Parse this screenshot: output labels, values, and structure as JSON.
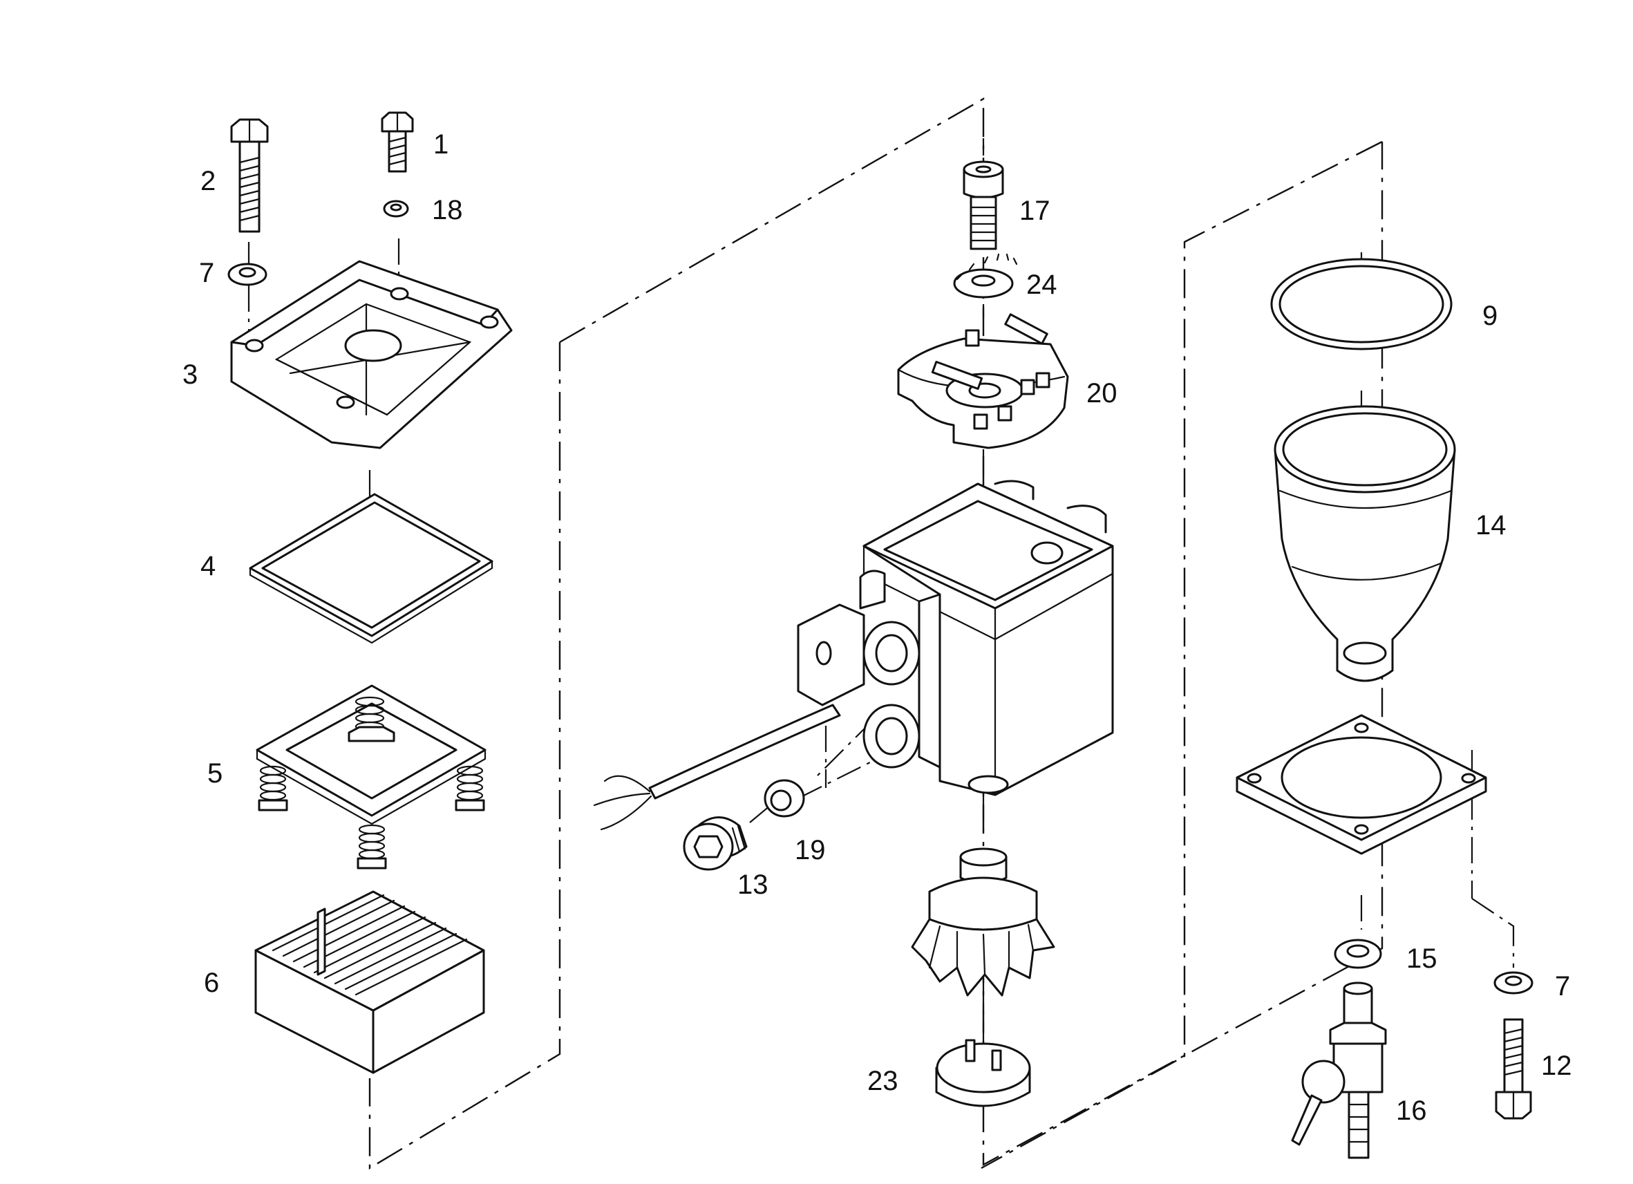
{
  "callouts": {
    "c1": "1",
    "c2": "2",
    "c3": "3",
    "c4": "4",
    "c5": "5",
    "c6": "6",
    "c7a": "7",
    "c7b": "7",
    "c9": "9",
    "c12": "12",
    "c13": "13",
    "c14": "14",
    "c15": "15",
    "c16": "16",
    "c17": "17",
    "c18": "18",
    "c19": "19",
    "c20": "20",
    "c23": "23",
    "c24": "24"
  },
  "parts": [
    {
      "id": "1",
      "icon": "small-hex-bolt-icon"
    },
    {
      "id": "2",
      "icon": "long-hex-bolt-icon"
    },
    {
      "id": "3",
      "icon": "filter-cover-icon"
    },
    {
      "id": "4",
      "icon": "square-gasket-icon"
    },
    {
      "id": "5",
      "icon": "spring-plate-icon"
    },
    {
      "id": "6",
      "icon": "filter-element-icon"
    },
    {
      "id": "7",
      "icon": "flat-washer-icon"
    },
    {
      "id": "9",
      "icon": "o-ring-icon"
    },
    {
      "id": "12",
      "icon": "hex-bolt-icon"
    },
    {
      "id": "13",
      "icon": "plug-screw-icon"
    },
    {
      "id": "14",
      "icon": "bowl-icon"
    },
    {
      "id": "15",
      "icon": "seal-ring-icon"
    },
    {
      "id": "16",
      "icon": "drain-valve-icon"
    },
    {
      "id": "17",
      "icon": "socket-head-screw-icon"
    },
    {
      "id": "18",
      "icon": "small-washer-icon"
    },
    {
      "id": "19",
      "icon": "seal-washer-icon"
    },
    {
      "id": "20",
      "icon": "contact-plate-icon"
    },
    {
      "id": "23",
      "icon": "connector-cap-icon"
    },
    {
      "id": "24",
      "icon": "lock-washer-icon"
    }
  ]
}
